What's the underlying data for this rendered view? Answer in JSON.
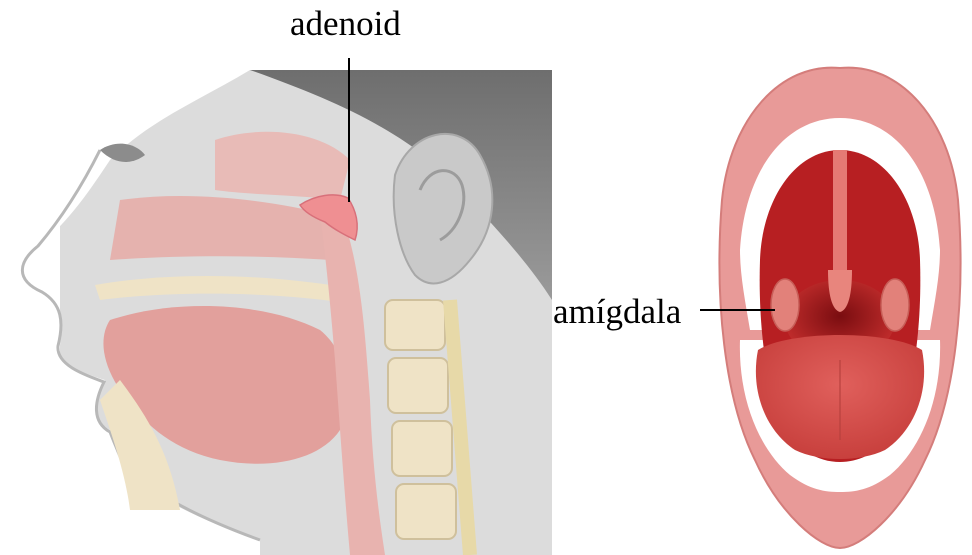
{
  "labels": {
    "adenoid": "adenoid",
    "tonsil": "amígdala"
  },
  "illustrations": {
    "head_section": "head-sagittal-section",
    "open_mouth": "open-mouth-front-view"
  },
  "colors": {
    "skin_gray": "#d9d9d9",
    "tissue_pink": "#e8a9a6",
    "adenoid_pink": "#ef8f92",
    "bone_beige": "#efe3c6",
    "lip": "#e89a98",
    "mouth_cavity": "#b71f22",
    "tongue": "#d9524f",
    "teeth": "#ffffff",
    "leader_line": "#000000"
  }
}
